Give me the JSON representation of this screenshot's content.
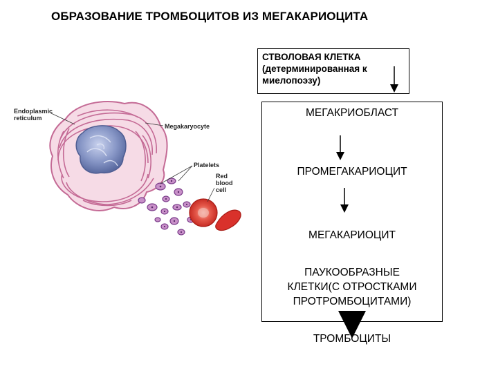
{
  "title": "ОБРАЗОВАНИЕ ТРОМБОЦИТОВ ИЗ МЕГАКАРИОЦИТА",
  "stem_box": {
    "lines": [
      "СТВОЛОВАЯ КЛЕТКА",
      "(детерминированная к",
      "миелопоэзу)"
    ]
  },
  "stages": {
    "megakaryoblast": "МЕГАКРИОБЛАСТ",
    "promegakaryocyte": "ПРОМЕГАКАРИОЦИТ",
    "megakaryocyte": "МЕГАКАРИОЦИТ",
    "spider_cells": [
      "ПАУКООБРАЗНЫЕ",
      "КЛЕТКИ(С ОТРОСТКАМИ",
      "ПРОТРОМБОЦИТАМИ)"
    ],
    "platelets": "ТРОМБОЦИТЫ"
  },
  "illustration": {
    "labels": {
      "er": [
        "Endoplasmic",
        "reticulum"
      ],
      "megakaryocyte": "Megakaryocyte",
      "platelets": "Platelets",
      "rbc": [
        "Red",
        "blood",
        "cell"
      ]
    },
    "colors": {
      "cytoplasm": "#f6dbe6",
      "er_lines": "#c46a95",
      "nucleus": "#7f8fbf",
      "platelet": "#8a4d9a",
      "rbc": "#d9312b"
    }
  }
}
